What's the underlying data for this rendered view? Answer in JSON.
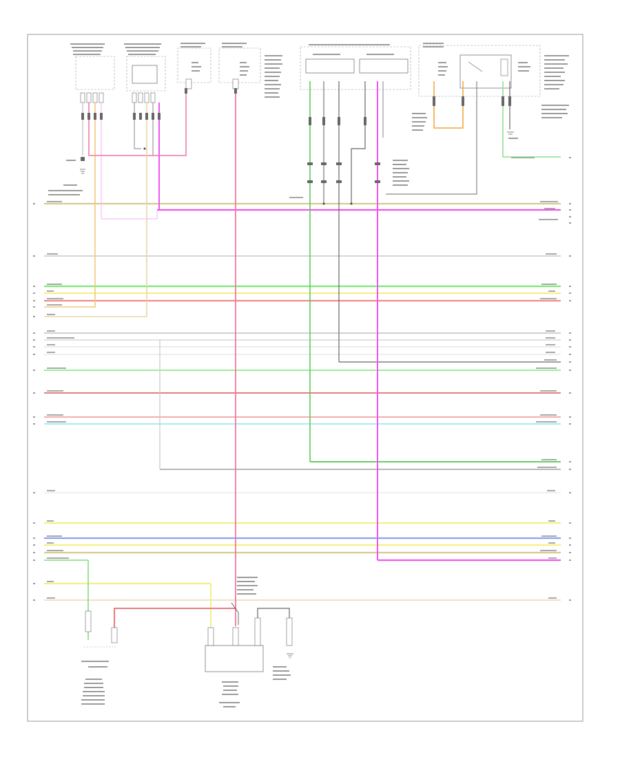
{
  "footer_code": "",
  "colors": {
    "green": "#79e079",
    "lt_green": "#b6f2b6",
    "yellow": "#f2f08a",
    "tan": "#e8d6a8",
    "red": "#f08080",
    "pink": "#f4a0a0",
    "magenta": "#f055f0",
    "cyan": "#9ee8f2",
    "blue": "#8f9ef2",
    "orange": "#f3b05a",
    "gray": "#9a9a9a",
    "dark_gray": "#666666",
    "black": "#444444",
    "light_gray": "#cfcfcf"
  },
  "components": [
    {
      "id": "comp-1",
      "label": ""
    },
    {
      "id": "comp-2",
      "label": ""
    },
    {
      "id": "comp-3",
      "label": ""
    },
    {
      "id": "comp-4",
      "label": ""
    },
    {
      "id": "comp-5",
      "label": ""
    },
    {
      "id": "comp-6",
      "label": ""
    },
    {
      "id": "comp-7",
      "label": ""
    },
    {
      "id": "comp-8",
      "label": ""
    }
  ]
}
